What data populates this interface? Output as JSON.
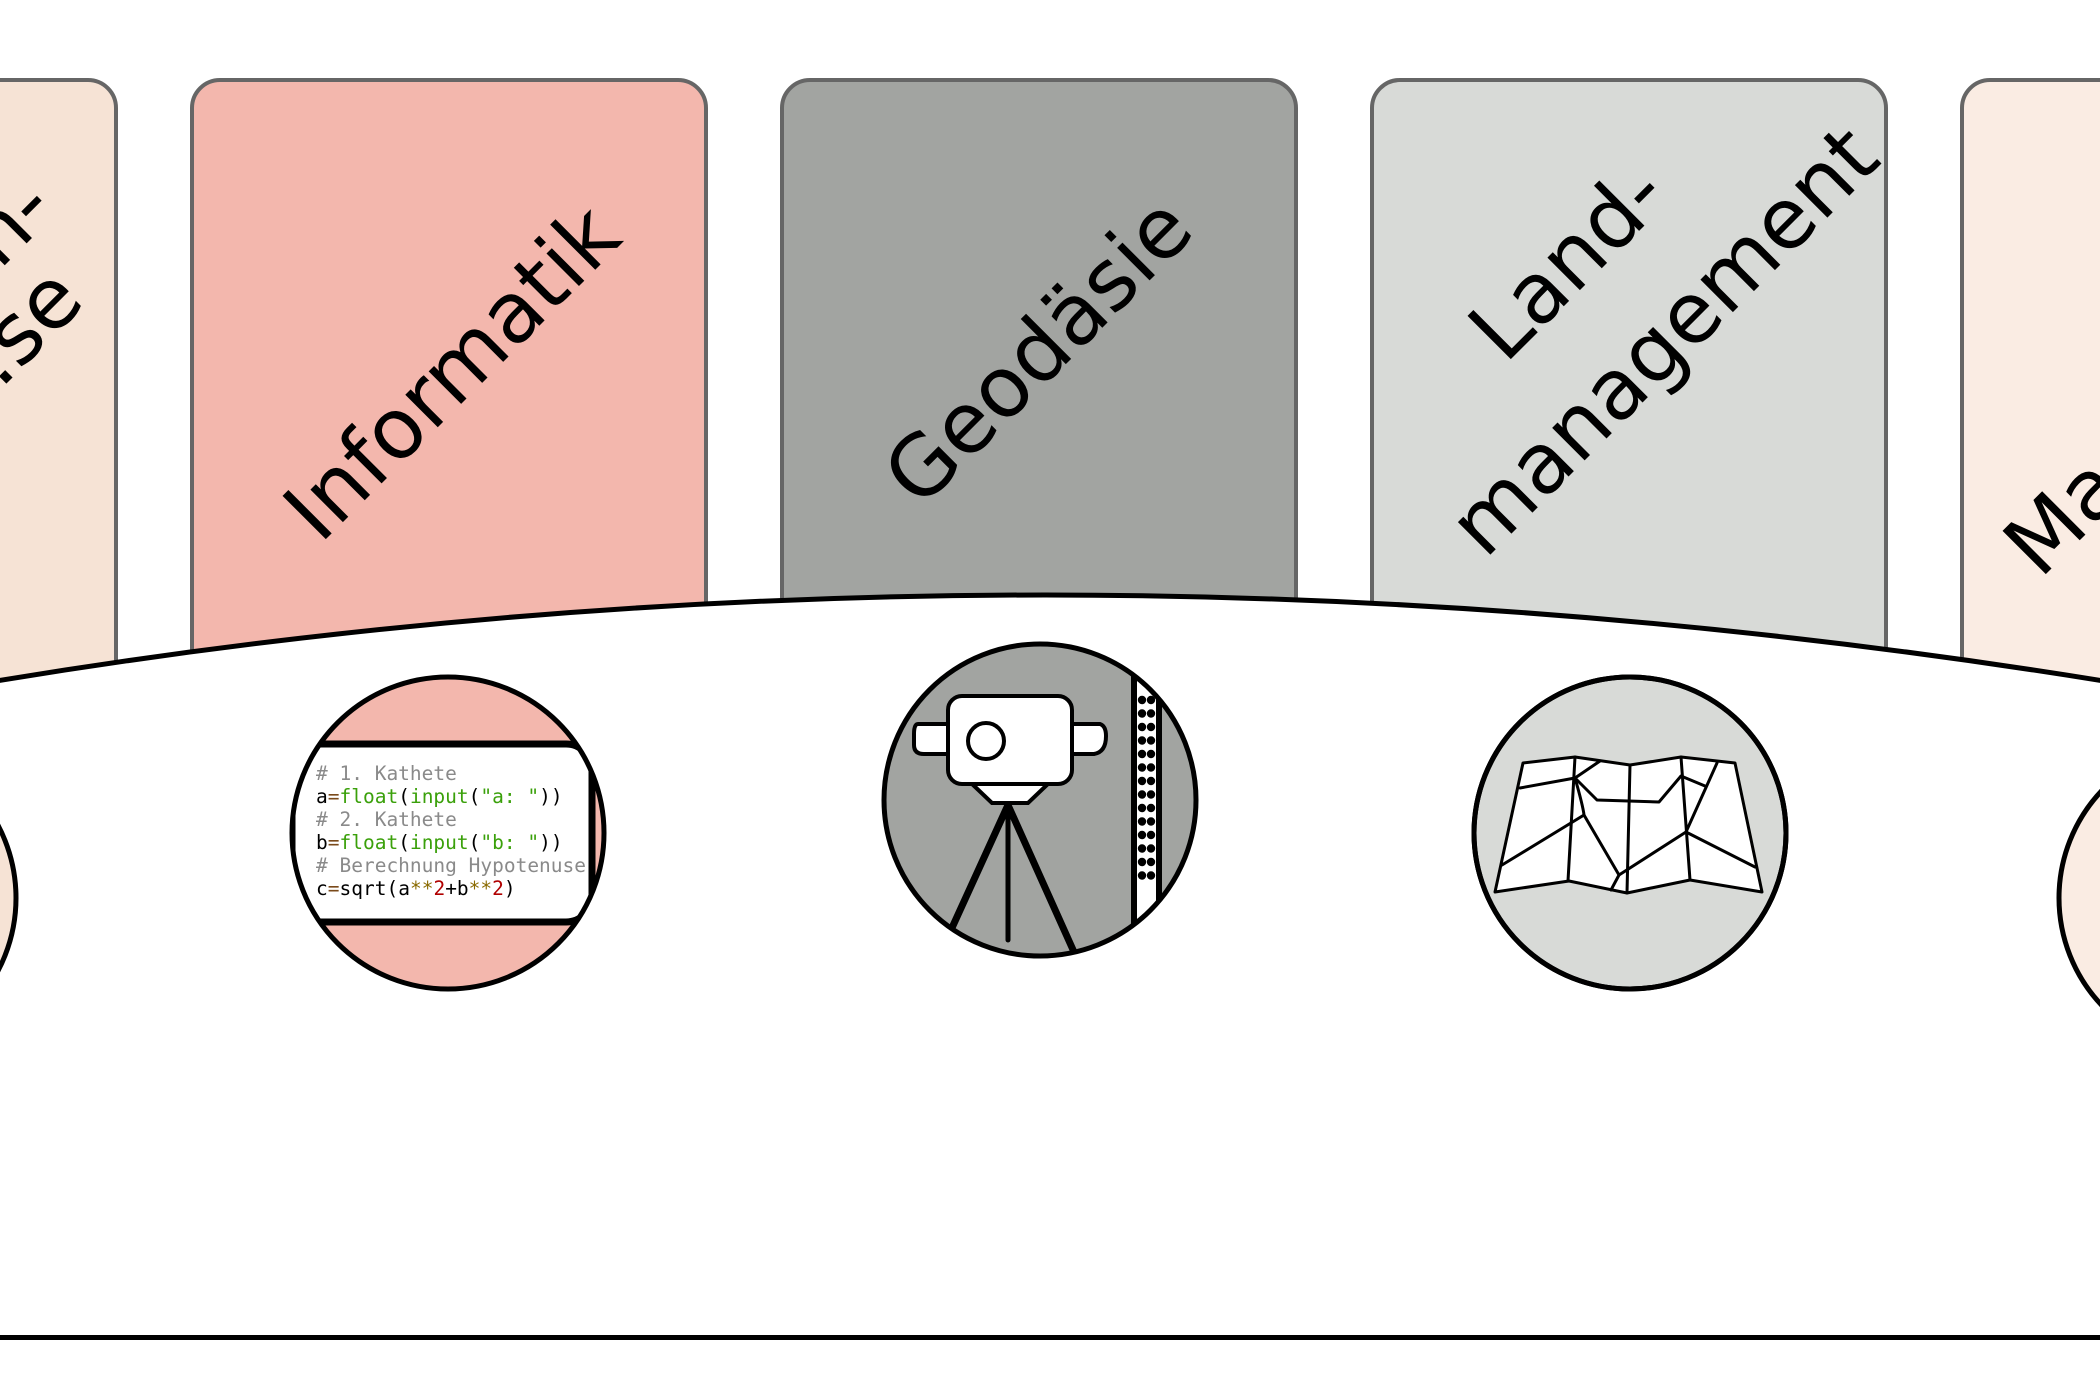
{
  "diagram": {
    "cards": [
      {
        "id": "left-partial",
        "title_lines": [
          "…n-",
          "…se"
        ],
        "color": "#f6e3d5",
        "icon": "partial-icon"
      },
      {
        "id": "informatik",
        "title_lines": [
          "Informatik"
        ],
        "color": "#f3b7ad",
        "icon": "code-icon"
      },
      {
        "id": "geodaesie",
        "title_lines": [
          "Geodäsie"
        ],
        "color": "#a2a4a1",
        "icon": "surveying-level-icon"
      },
      {
        "id": "landmanagement",
        "title_lines": [
          "Land-",
          "management"
        ],
        "color": "#d8dad7",
        "icon": "folded-map-icon"
      },
      {
        "id": "right-partial",
        "title_lines": [
          "Ma…"
        ],
        "color": "#faece3",
        "icon": "partial-icon"
      }
    ],
    "code_snippet": [
      [
        {
          "t": "# 1. Kathete",
          "c": "comment"
        }
      ],
      [
        {
          "t": "a",
          "c": "plain"
        },
        {
          "t": "=",
          "c": "op"
        },
        {
          "t": "float",
          "c": "builtin"
        },
        {
          "t": "(",
          "c": "plain"
        },
        {
          "t": "input",
          "c": "builtin"
        },
        {
          "t": "(",
          "c": "plain"
        },
        {
          "t": "\"a: \"",
          "c": "string"
        },
        {
          "t": "))",
          "c": "plain"
        }
      ],
      [
        {
          "t": "# 2. Kathete",
          "c": "comment"
        }
      ],
      [
        {
          "t": "b",
          "c": "plain"
        },
        {
          "t": "=",
          "c": "op"
        },
        {
          "t": "float",
          "c": "builtin"
        },
        {
          "t": "(",
          "c": "plain"
        },
        {
          "t": "input",
          "c": "builtin"
        },
        {
          "t": "(",
          "c": "plain"
        },
        {
          "t": "\"b: \"",
          "c": "string"
        },
        {
          "t": "))",
          "c": "plain"
        }
      ],
      [
        {
          "t": "# Berechnung Hypotenuse",
          "c": "comment"
        }
      ],
      [
        {
          "t": "c",
          "c": "plain"
        },
        {
          "t": "=",
          "c": "op"
        },
        {
          "t": "sqrt(a",
          "c": "plain"
        },
        {
          "t": "**",
          "c": "pow"
        },
        {
          "t": "2",
          "c": "num"
        },
        {
          "t": "+b",
          "c": "plain"
        },
        {
          "t": "**",
          "c": "pow"
        },
        {
          "t": "2",
          "c": "num"
        },
        {
          "t": ")",
          "c": "plain"
        }
      ]
    ],
    "syntax_colors": {
      "comment": "#8a8a8a",
      "plain": "#000000",
      "op": "#7a4a1a",
      "builtin": "#3aa00a",
      "string": "#3aa00a",
      "pow": "#8a6a00",
      "num": "#b00000"
    },
    "colors": {
      "card_border": "#666666",
      "outline": "#000000",
      "background": "#ffffff"
    }
  }
}
